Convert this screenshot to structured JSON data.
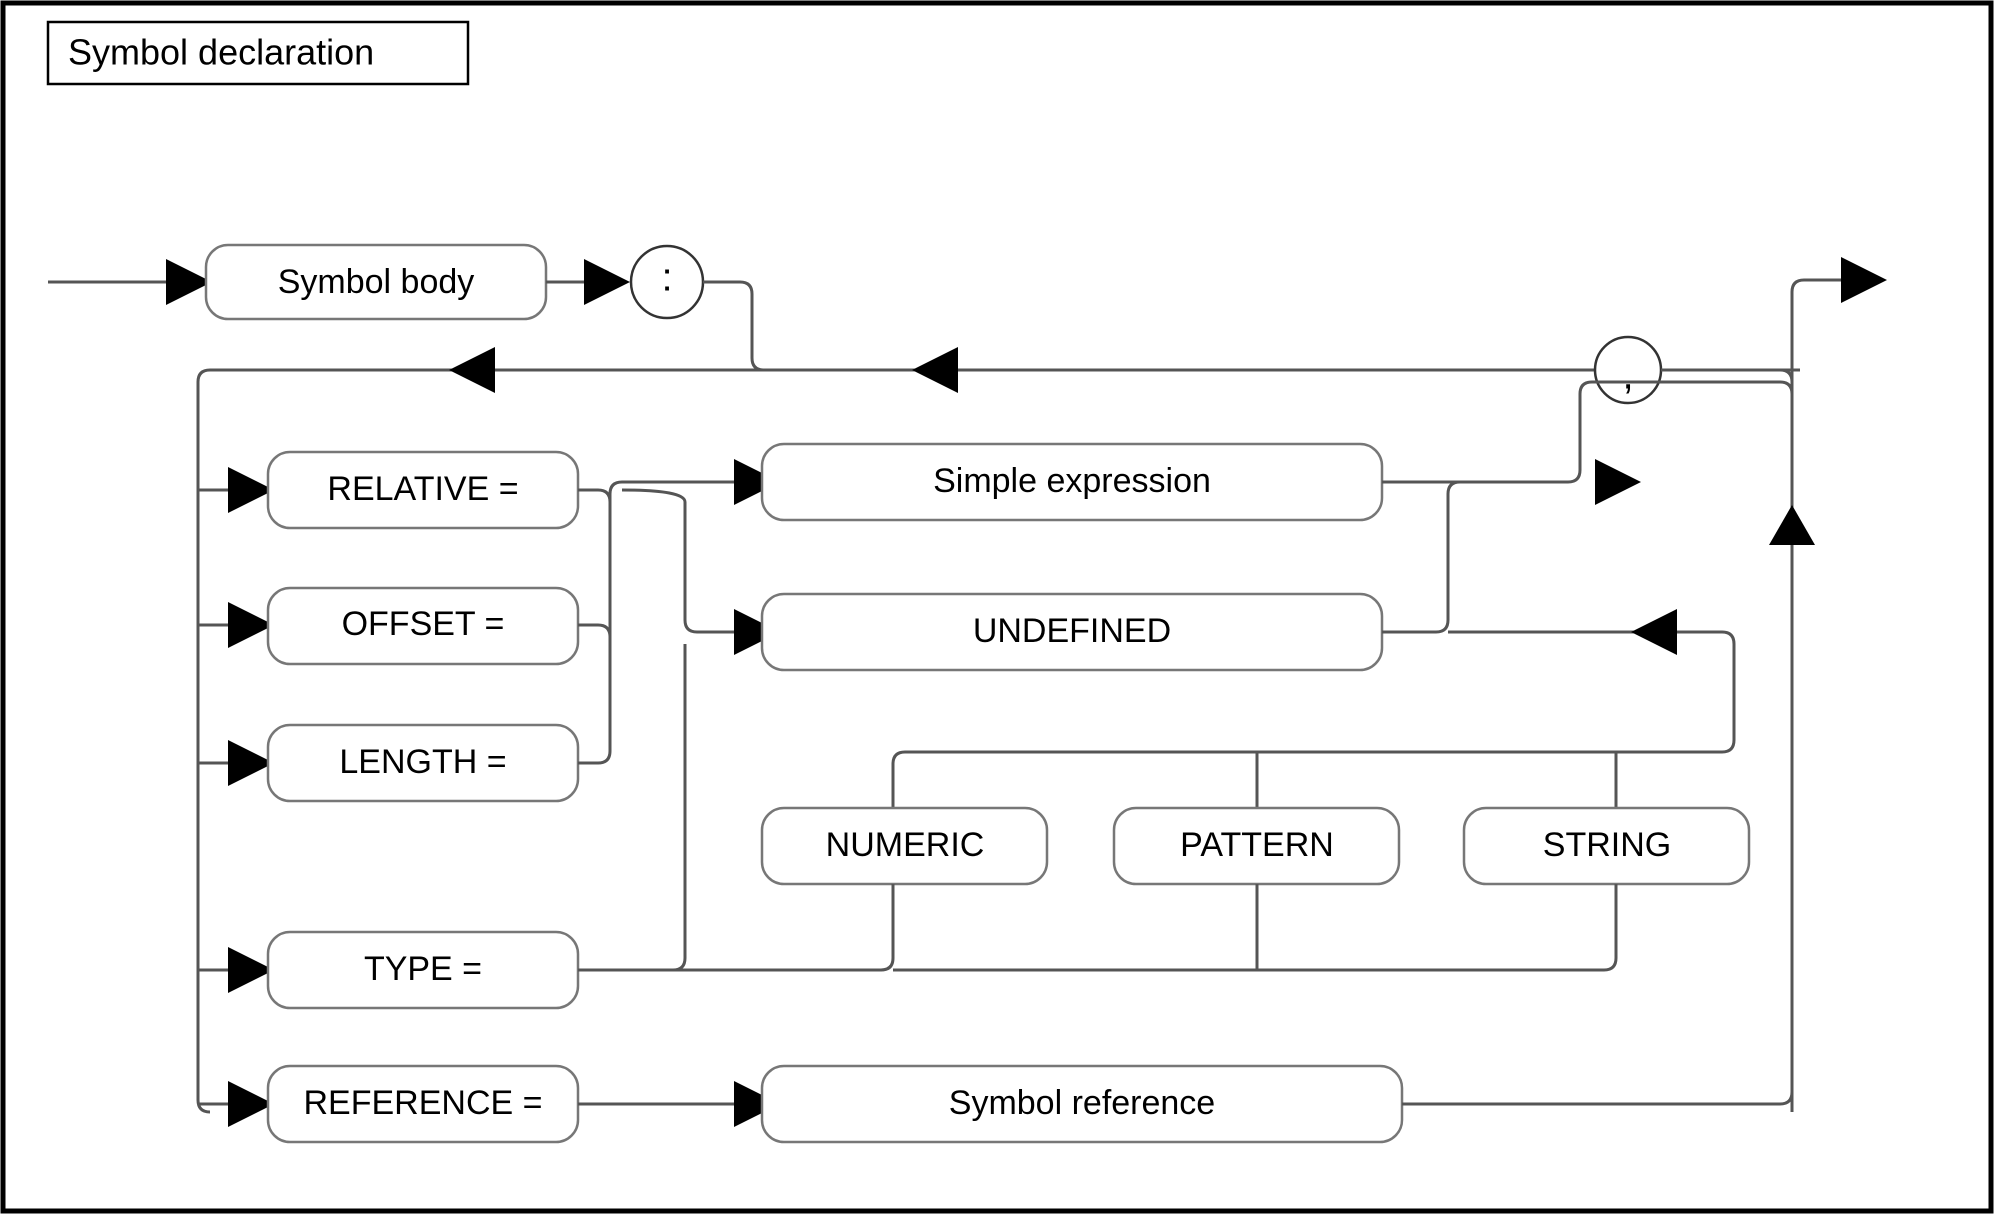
{
  "diagram": {
    "title": "Symbol declaration",
    "type": "railroad-syntax-diagram",
    "colors": {
      "background": "#ffffff",
      "border": "#000000",
      "rail": "#555555",
      "node_stroke": "#777777",
      "arrow": "#000000",
      "text": "#000000"
    },
    "entry_label": "",
    "nodes": {
      "symbol_body": "Symbol body",
      "colon": ":",
      "comma": ",",
      "relative": "RELATIVE =",
      "offset": "OFFSET =",
      "length": "LENGTH =",
      "type": "TYPE =",
      "reference": "REFERENCE =",
      "simple_expression": "Simple expression",
      "undefined": "UNDEFINED",
      "numeric": "NUMERIC",
      "pattern": "PATTERN",
      "string": "STRING",
      "symbol_reference": "Symbol reference"
    },
    "branch_keywords": [
      "RELATIVE =",
      "OFFSET =",
      "LENGTH =",
      "TYPE =",
      "REFERENCE ="
    ],
    "value_options": [
      "Simple expression",
      "UNDEFINED"
    ],
    "type_options": [
      "NUMERIC",
      "PATTERN",
      "STRING"
    ],
    "separator": ",",
    "terminator": ":"
  }
}
